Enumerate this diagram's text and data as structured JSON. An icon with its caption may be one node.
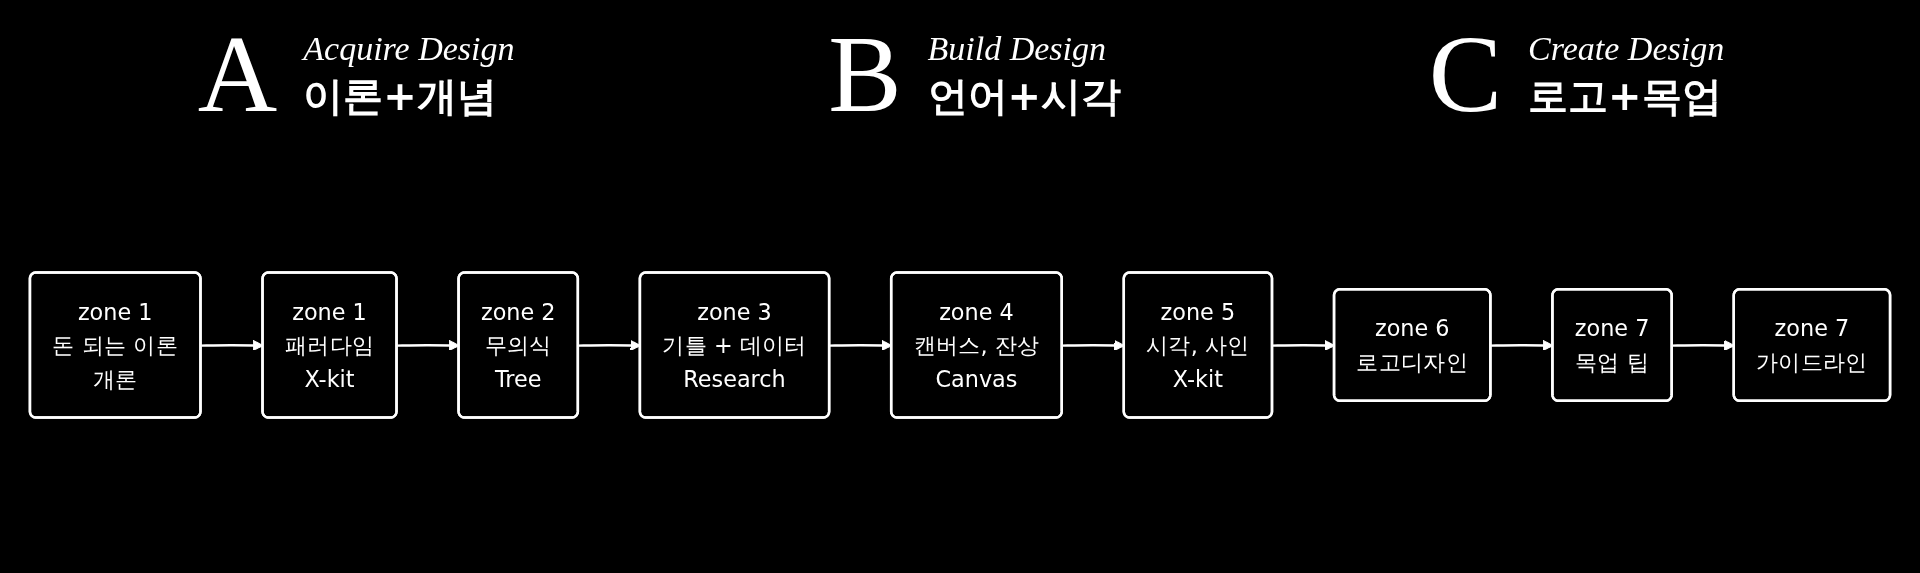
{
  "diagram": {
    "nodes": [
      {
        "text": [
          "zone 1",
          "돈 되는 이론",
          "개론"
        ]
      },
      {
        "text": [
          "zone 1",
          "패러다임",
          "X-kit"
        ]
      },
      {
        "text": [
          "zone 2",
          "무의식",
          "Tree"
        ]
      },
      {
        "text": [
          "zone 3",
          "기틀 + 데이터",
          "Research"
        ]
      },
      {
        "text": [
          "zone 4",
          "캔버스, 잔상",
          "Canvas"
        ]
      },
      {
        "text": [
          "zone 5",
          "시각, 사인",
          "X-kit"
        ]
      },
      {
        "text": [
          "zone 6",
          "로고디자인"
        ]
      },
      {
        "text": [
          "zone 7",
          "목업 팁"
        ]
      },
      {
        "text": [
          "zone 7",
          "가이드라인"
        ]
      }
    ],
    "edges": [
      {
        "from": 0,
        "to": 1,
        "arrow": "to"
      },
      {
        "from": 1,
        "to": 2,
        "arrow": "to"
      },
      {
        "from": 2,
        "to": 3,
        "arrow": "to"
      },
      {
        "from": 3,
        "to": 4,
        "arrow": "to"
      },
      {
        "from": 4,
        "to": 5,
        "arrow": "to"
      },
      {
        "from": 5,
        "to": 6,
        "arrow": "to"
      },
      {
        "from": 6,
        "to": 7,
        "arrow": "to"
      },
      {
        "from": 7,
        "to": 8,
        "arrow": "to"
      }
    ],
    "labels": [
      "A",
      "Acquire Design",
      "이론+개념",
      "B",
      "Build Design",
      "언어+시각",
      "C",
      "Create Design",
      "로고+목업"
    ]
  }
}
